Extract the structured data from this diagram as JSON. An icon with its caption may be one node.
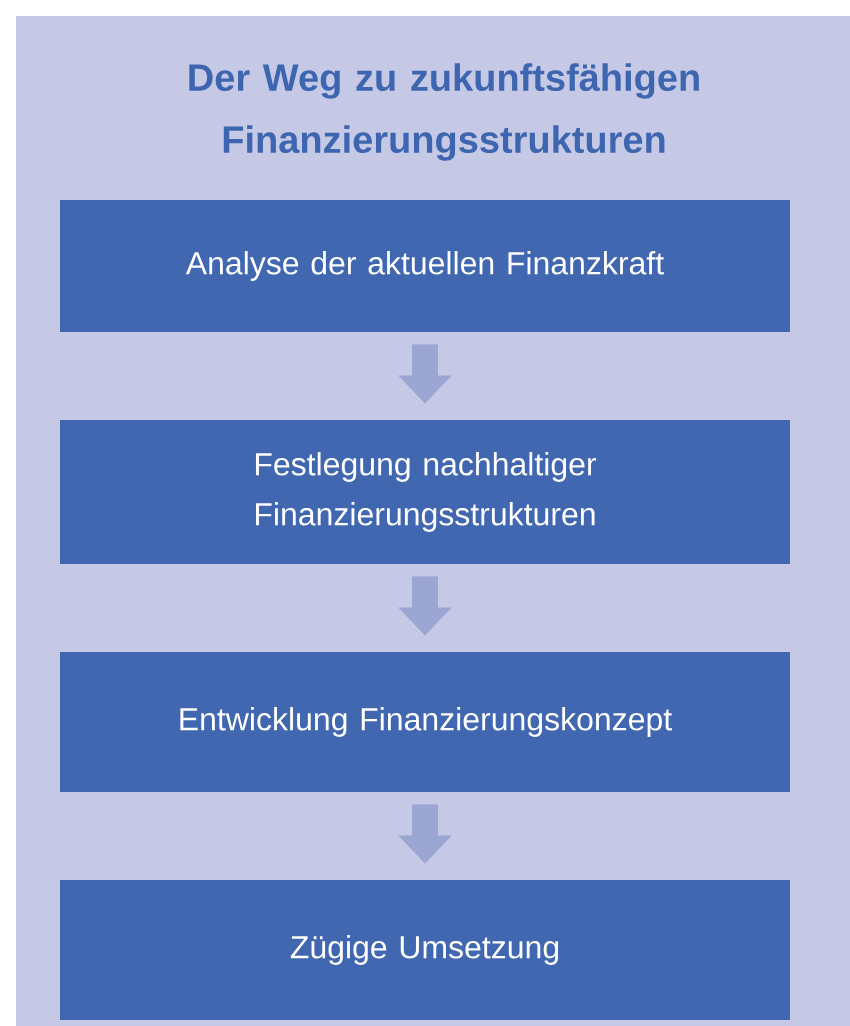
{
  "diagram": {
    "title": "Der Weg zu zukunftsfähigen Finanzierungsstrukturen",
    "nodes": [
      {
        "text": [
          "Analyse der aktuellen Finanzkraft"
        ]
      },
      {
        "text": [
          "Festlegung nachhaltiger Finanzierungsstrukturen"
        ]
      },
      {
        "text": [
          "Entwicklung Finanzierungskonzept"
        ]
      },
      {
        "text": [
          "Zügige Umsetzung"
        ]
      }
    ],
    "edges": [
      {
        "from": 0,
        "to": 1,
        "arrow": "to"
      },
      {
        "from": 1,
        "to": 2,
        "arrow": "to"
      },
      {
        "from": 2,
        "to": 3,
        "arrow": "to"
      }
    ]
  }
}
